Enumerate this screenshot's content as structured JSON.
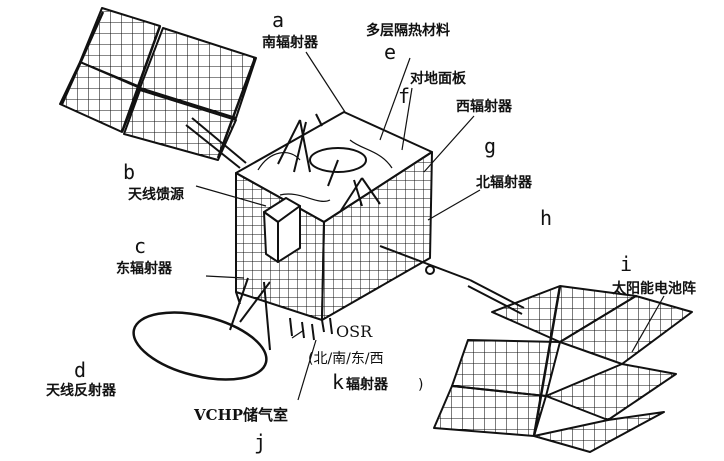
{
  "letters": {
    "a": "a",
    "b": "b",
    "c": "c",
    "d": "d",
    "e": "e",
    "f": "f",
    "g": "g",
    "h": "h",
    "i": "i",
    "j": "j",
    "k": "k"
  },
  "labels": {
    "south_radiator": "南辐射器",
    "mli": "多层隔热材料",
    "earth_panel": "对地面板",
    "west_radiator": "西辐射器",
    "antenna_feed": "天线馈源",
    "north_radiator": "北辐射器",
    "east_radiator": "东辐射器",
    "solar_array": "太阳能电池阵",
    "antenna_reflector": "天线反射器",
    "osr": "OSR",
    "osr_directions": "(北/南/东/西",
    "osr_radiator": "辐射器",
    "osr_close": ")",
    "vchp": "VCHP储气室"
  },
  "colors": {
    "ink": "#111111",
    "background": "#ffffff"
  }
}
